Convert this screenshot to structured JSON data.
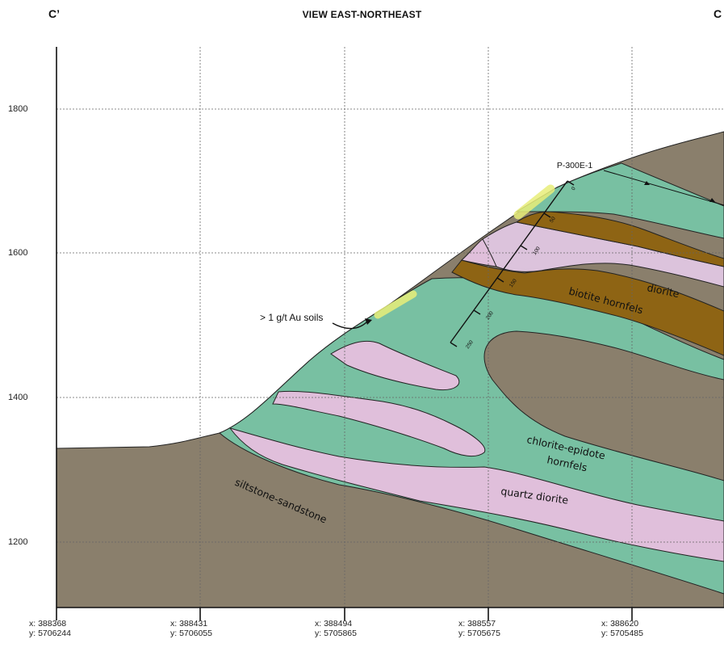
{
  "header": {
    "title": "VIEW EAST-NORTHEAST",
    "left_label": "C’",
    "right_label": "C"
  },
  "elevation_ticks": [
    "1800",
    "1600",
    "1400",
    "1200"
  ],
  "coordinates": [
    {
      "x": "x: 388368",
      "y": "y: 5706244"
    },
    {
      "x": "x: 388431",
      "y": "y: 5706055"
    },
    {
      "x": "x: 388494",
      "y": "y: 5705865"
    },
    {
      "x": "x: 388557",
      "y": "y: 5705675"
    },
    {
      "x": "x: 388620",
      "y": "y: 5705485"
    }
  ],
  "drillhole": {
    "name": "P-300E-1",
    "depth_marks": [
      "0",
      "50",
      "100",
      "150",
      "200",
      "250"
    ]
  },
  "units": {
    "diorite": "diorite",
    "biotite_hornfels": "biotite hornfels",
    "chlorite_epidote_hornfels_line1": "chlorite-epidote",
    "chlorite_epidote_hornfels_line2": "hornfels",
    "quartz_diorite": "quartz diorite",
    "siltstone_sandstone": "siltstone-sandstone"
  },
  "annotation": {
    "au_soils": "> 1 g/t Au soils"
  },
  "colors": {
    "siltstone": "#8a7f6c",
    "chlorite_epidote": "#78c0a2",
    "quartz_diorite": "#e0bfdb",
    "biotite_hornfels": "#8e6414",
    "highlight": "#e8ee7a"
  }
}
